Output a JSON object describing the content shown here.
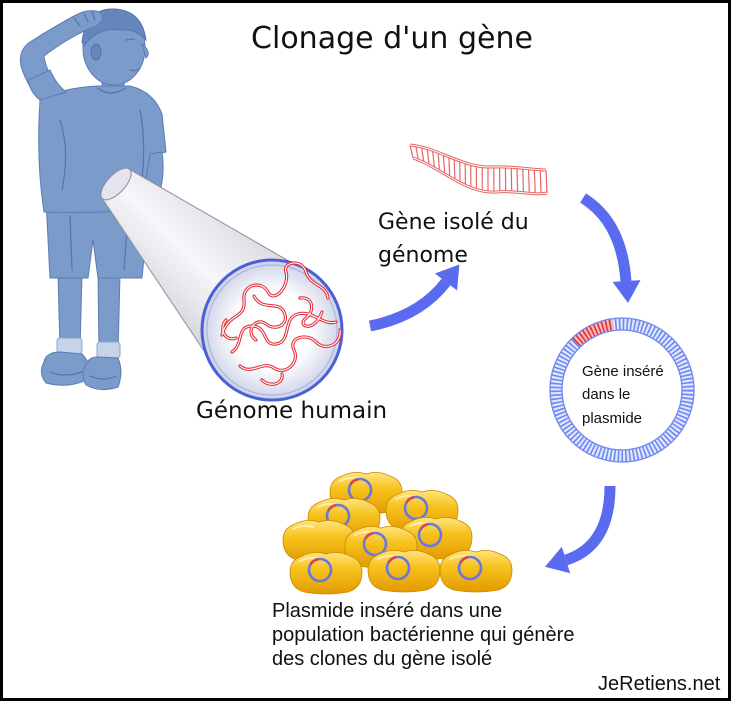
{
  "title": "Clonage d'un gène",
  "labels": {
    "genome": "Génome humain",
    "gene_isolated": [
      "Gène isolé du",
      "génome"
    ],
    "plasmid": [
      "Gène inséré",
      "dans le",
      "plasmide"
    ],
    "bacteria": [
      "Plasmide inséré dans une",
      "population bactérienne qui génère",
      "des clones du gène isolé"
    ]
  },
  "watermark": "JeRetiens.net",
  "colors": {
    "person": "#7b9bcb",
    "arrow": "#5a6bf0",
    "dna": "#e0303a",
    "gene": "#e86464",
    "plasmid_ring": "#6f87ef",
    "bacteria": "#f7c21d"
  }
}
